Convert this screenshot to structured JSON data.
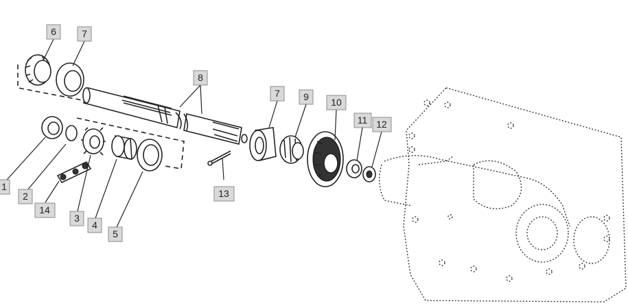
{
  "callouts": {
    "c1": "1",
    "c2": "2",
    "c3": "3",
    "c4": "4",
    "c5": "5",
    "c6": "6",
    "c7a": "7",
    "c7b": "7",
    "c8": "8",
    "c9": "9",
    "c10": "10",
    "c11": "11",
    "c12": "12",
    "c13": "13",
    "c14": "14"
  },
  "colors": {
    "callout_fill": "#d9d9d9",
    "callout_border": "#8c8c8c",
    "line": "#222222",
    "background": "#ffffff"
  }
}
